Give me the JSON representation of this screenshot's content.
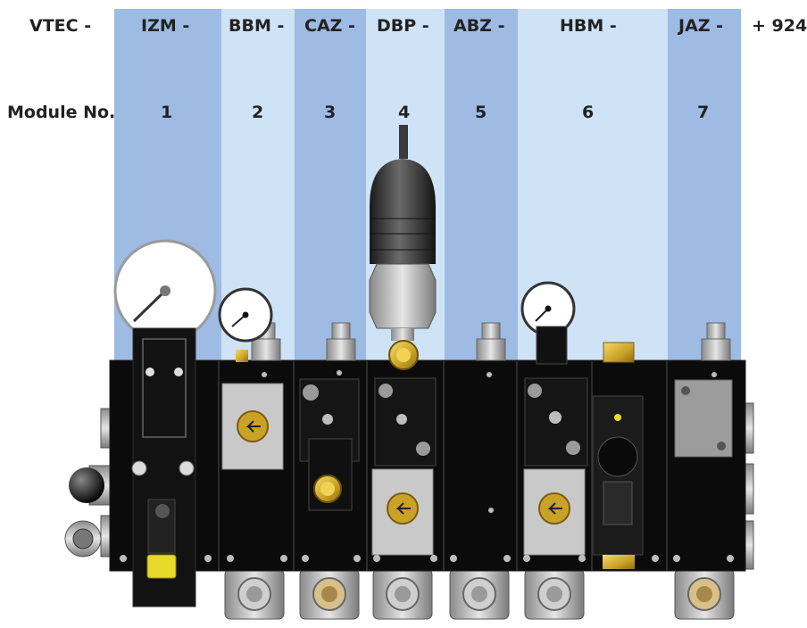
{
  "row_labels": {
    "prefix": "VTEC -",
    "suffix": "+ 924",
    "module_no": "Module No."
  },
  "modules": [
    {
      "code": "IZM -",
      "number": "1"
    },
    {
      "code": "BBM -",
      "number": "2"
    },
    {
      "code": "CAZ -",
      "number": "3"
    },
    {
      "code": "DBP -",
      "number": "4"
    },
    {
      "code": "ABZ -",
      "number": "5"
    },
    {
      "code": "HBM -",
      "number": "6"
    },
    {
      "code": "JAZ -",
      "number": "7"
    }
  ],
  "colors": {
    "dark_band": "#9dbbe3",
    "light_band": "#cfe3f7",
    "block": "#0b0b0b",
    "brass": "#c9a227"
  }
}
